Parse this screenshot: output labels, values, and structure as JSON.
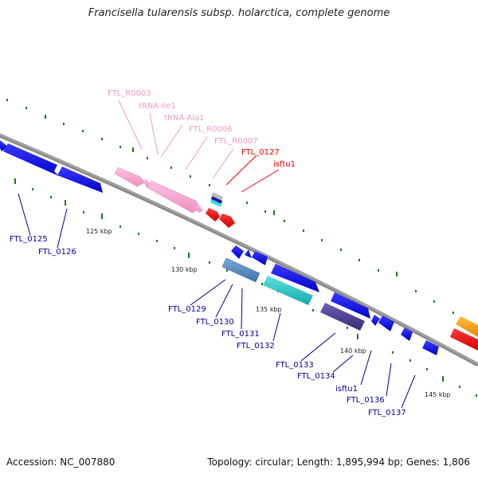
{
  "title": "Francisella tularensis subsp. holarctica, complete genome",
  "footer": {
    "accession": "Accession: NC_007880",
    "topology": "Topology: circular; Length: 1,895,994 bp; Genes: 1,806"
  },
  "scale_labels": [
    "125 kbp",
    "130 kbp",
    "135 kbp",
    "140 kbp",
    "145 kbp"
  ],
  "feature_labels": {
    "ftl_r0003": "FTL_R0003",
    "trna_ile1": "tRNA-Ile1",
    "trna_ala1": "tRNA-Ala1",
    "ftl_r0006": "FTL_R0006",
    "ftl_r0007": "FTL_R0007",
    "ftl_0127": "FTL_0127",
    "isftu1_top": "isftu1",
    "ftl_0125": "FTL_0125",
    "ftl_0126": "FTL_0126",
    "ftl_0129": "FTL_0129",
    "ftl_0130": "FTL_0130",
    "ftl_0131": "FTL_0131",
    "ftl_0132": "FTL_0132",
    "ftl_0133": "FTL_0133",
    "ftl_0134": "FTL_0134",
    "isftu1_bottom": "isftu1",
    "ftl_0136": "FTL_0136",
    "ftl_0137": "FTL_0137"
  },
  "colors": {
    "rrna": "#f7a3cf",
    "rrna_label": "#f09ac8",
    "is_element": "#ee0000",
    "cds": "#0000ee",
    "cds_label": "#000099",
    "cds_dark": "#4b3d8c",
    "cds_cyan": "#22c4c4",
    "cds_steel": "#4f87c0",
    "cds_orange": "#f39a12",
    "backbone": "#888888",
    "ticks": "#1a7a1a"
  }
}
